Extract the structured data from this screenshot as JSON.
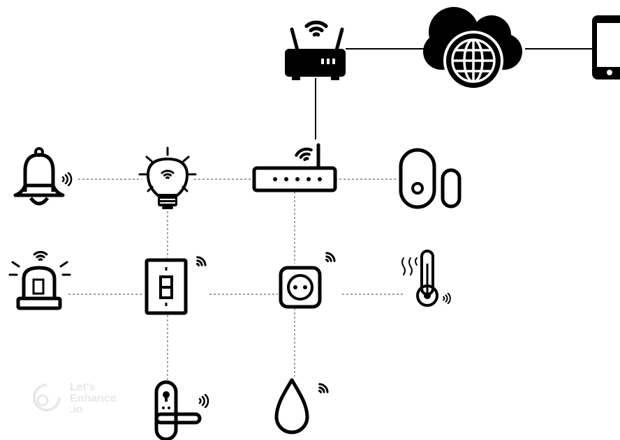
{
  "diagram": {
    "colors": {
      "stroke": "#000000",
      "background": "#ffffff",
      "watermark": "#e7e7e7"
    },
    "nodes": [
      "router-icon",
      "cloud-globe-icon",
      "smartphone-icon",
      "hub-icon",
      "bell-icon",
      "smart-bulb-icon",
      "door-sensor-icon",
      "siren-icon",
      "wall-switch-icon",
      "smart-plug-icon",
      "thermometer-icon",
      "smart-lock-icon",
      "water-drop-icon"
    ]
  },
  "watermark": {
    "line1": "Let's",
    "line2": "Enhance",
    "line3": ".io"
  }
}
